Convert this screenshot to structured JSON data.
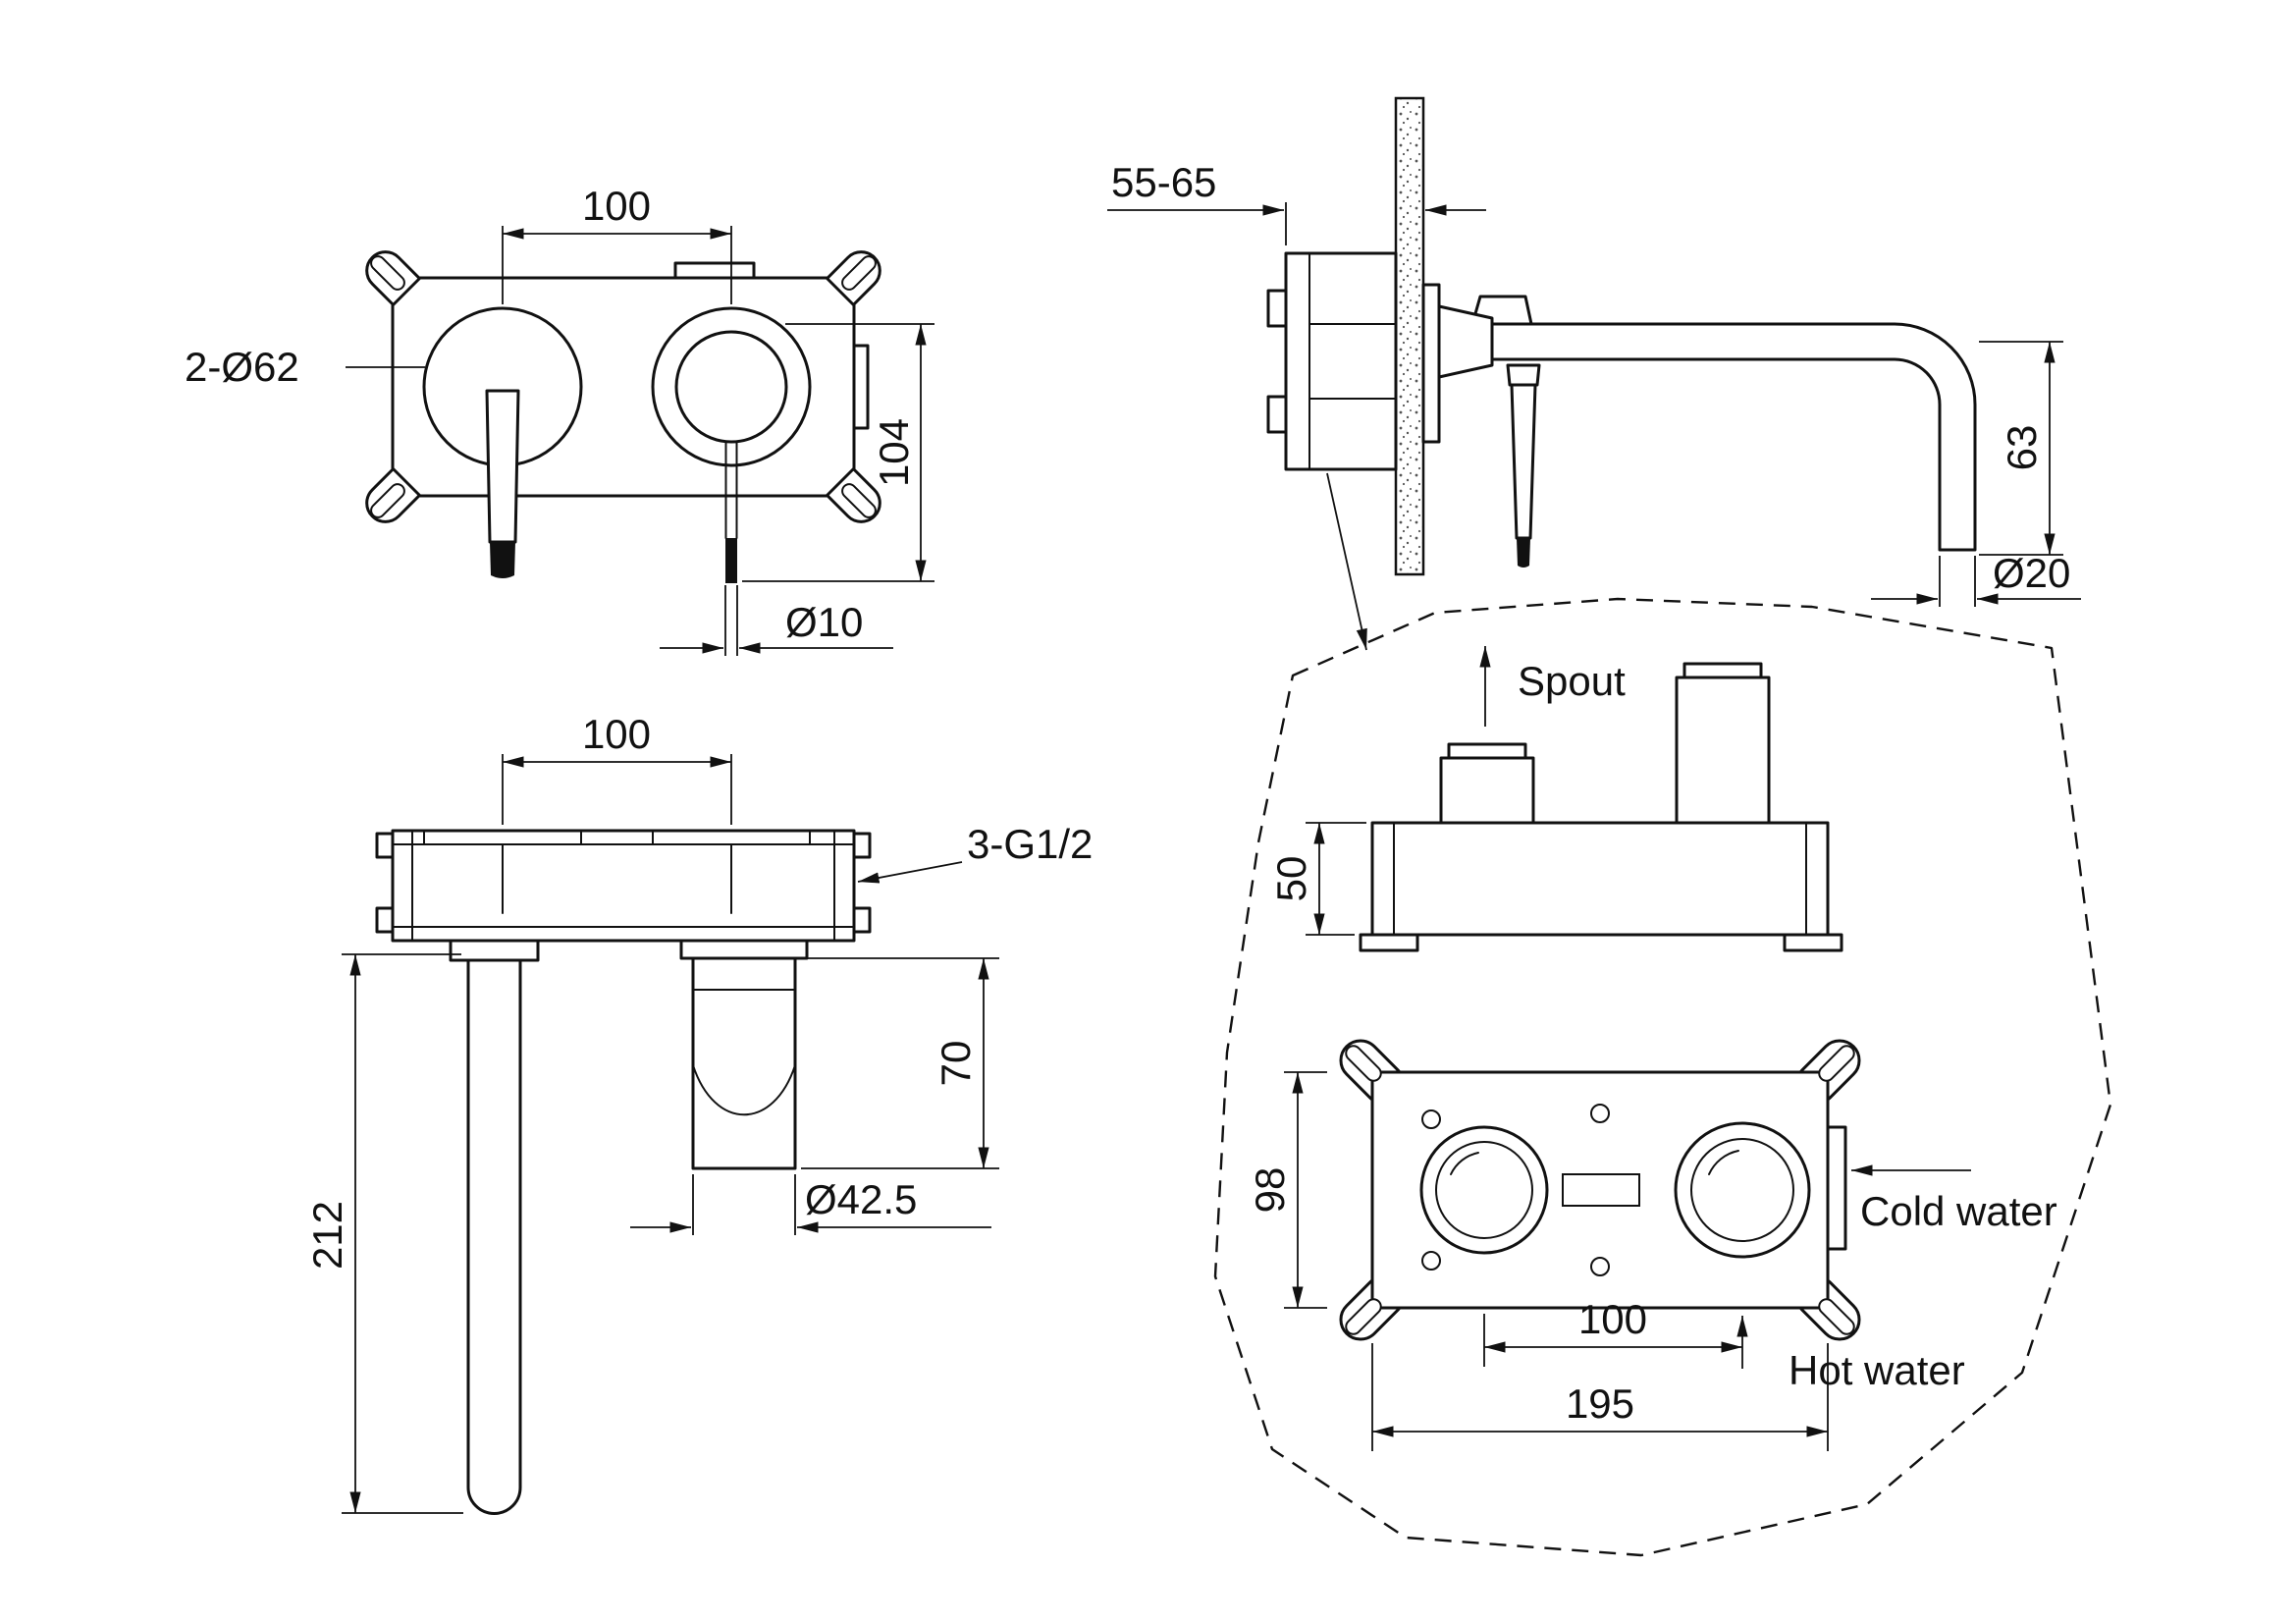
{
  "front_view": {
    "handle_spacing": "100",
    "mounting_holes": "2-Ø62",
    "overall_height": "104",
    "pin_diameter": "Ø10"
  },
  "side_view": {
    "wall_depth_range": "55-65",
    "spout_drop": "63",
    "spout_diameter": "Ø20"
  },
  "top_view": {
    "handle_spacing": "100",
    "thread_spec": "3-G1/2",
    "aerator_length": "70",
    "aerator_diameter": "Ø42.5",
    "spout_length": "212"
  },
  "valve_detail": {
    "spout_label": "Spout",
    "body_depth": "50",
    "body_height": "98",
    "port_spacing": "100",
    "body_width": "195",
    "cold_label": "Cold water",
    "hot_label": "Hot water"
  },
  "colors": {
    "line": "#111111",
    "background": "#ffffff"
  }
}
